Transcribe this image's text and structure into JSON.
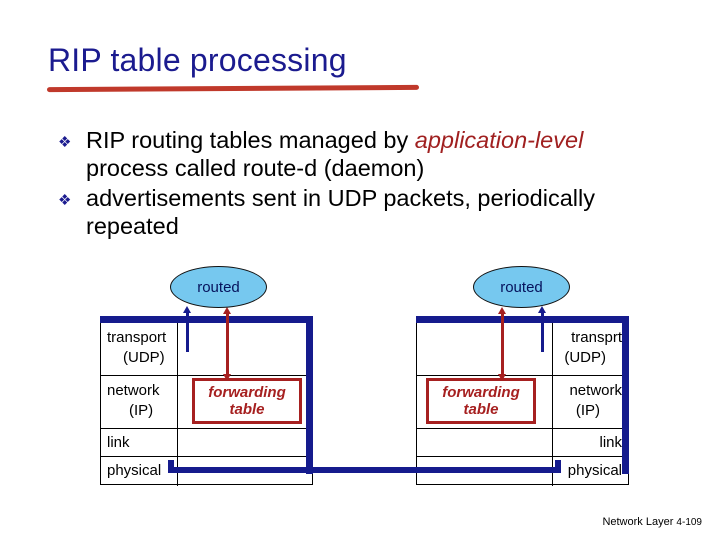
{
  "slide": {
    "title": "RIP table processing",
    "accent_title_color": "#1b1b8f",
    "underline_color": "#c0392b"
  },
  "bullets": [
    {
      "glyph": "❖",
      "parts": [
        {
          "text": "RIP routing tables managed by ",
          "style": "plain"
        },
        {
          "text": "application-level",
          "style": "red-italic"
        },
        {
          "text": " process called route-d (daemon)",
          "style": "plain"
        }
      ],
      "plain_text": "RIP routing tables managed by application-level process called route-d (daemon)"
    },
    {
      "glyph": "❖",
      "parts": [
        {
          "text": "advertisements sent in UDP packets, periodically repeated",
          "style": "plain"
        }
      ],
      "plain_text": "advertisements sent in UDP packets, periodically repeated"
    }
  ],
  "diagram": {
    "left_stack": {
      "daemon_label": "routed",
      "layers": [
        "transport\n(UDP)",
        "network\n(IP)",
        "link",
        "physical"
      ],
      "layer_lines": [
        [
          "transport",
          "(UDP)"
        ],
        [
          "network",
          "(IP)"
        ],
        [
          "link"
        ],
        [
          "physical"
        ]
      ],
      "forwarding_box": {
        "line1": "forwarding",
        "line2": "table"
      }
    },
    "right_stack": {
      "daemon_label": "routed",
      "layers": [
        "transprt\n(UDP)",
        "network\n(IP)",
        "link",
        "physical"
      ],
      "layer_lines": [
        [
          "transprt",
          "(UDP)"
        ],
        [
          "network",
          "(IP)"
        ],
        [
          "link"
        ],
        [
          "physical"
        ]
      ],
      "forwarding_box": {
        "line1": "forwarding",
        "line2": "table"
      }
    },
    "colors": {
      "ellipse_fill": "#76c8ef",
      "ellipse_text": "#06125c",
      "navy": "#151b8d",
      "red": "#a62020"
    }
  },
  "footer": {
    "label": "Network Layer",
    "page": "4-109"
  }
}
